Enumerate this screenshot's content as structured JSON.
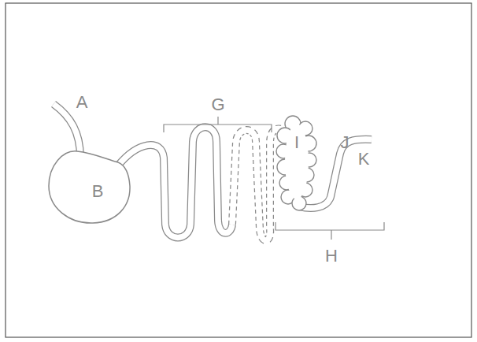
{
  "diagram": {
    "labels": [
      "A",
      "G",
      "I",
      "J",
      "K",
      "B",
      "H"
    ]
  }
}
